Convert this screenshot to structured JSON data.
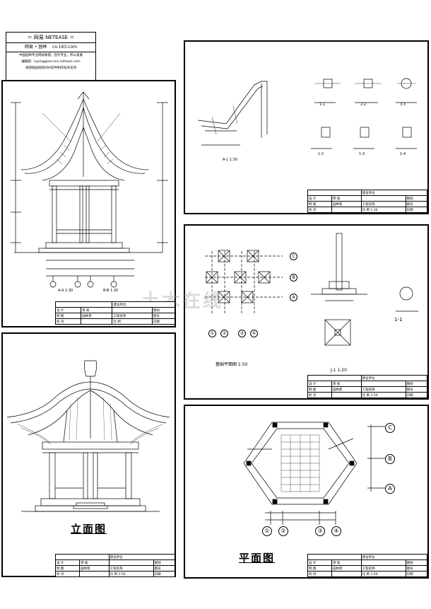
{
  "header": {
    "line1": "＝ 网易 NETEASE ＝",
    "line2": "网易 • 园林",
    "line2b": "co.163.com",
    "line3": "中国园林专业网站联盟；因为专业，所以发展",
    "line4": "编辑部：typing@service.netease.com",
    "line5": "本图纸由绘图VBA软件制作技术支持"
  },
  "sheet_a": {
    "labels": [
      "A-A 1:30",
      "B-B 1:30"
    ],
    "block": {
      "r1": [
        "",
        "建设单位"
      ],
      "r2": [
        "设 计",
        "审 核",
        "",
        "图别"
      ],
      "r3": [
        "制 图",
        "园林景",
        "工程名称",
        "图号"
      ],
      "r4": [
        "校 对",
        "",
        "比 例",
        "日期"
      ]
    }
  },
  "sheet_b": {
    "labels": [
      "A-1 1:30",
      "1-1",
      "2-2",
      "3-3",
      "1-2",
      "1-3",
      "1-4"
    ],
    "block": {
      "r1": [
        "",
        "建设单位"
      ],
      "r2": [
        "设 计",
        "审 核",
        "",
        "图别"
      ],
      "r3": [
        "制 图",
        "园林景",
        "工程名称",
        "图号"
      ],
      "r4": [
        "校 对",
        "",
        "比 例 1:30",
        "日期"
      ]
    }
  },
  "sheet_c": {
    "labels": [
      "基础平面图 1:50",
      "J-1 1:20",
      "1-1"
    ],
    "axes_v": [
      "C",
      "B",
      "A"
    ],
    "axes_h": [
      "①",
      "②",
      "③",
      "④"
    ],
    "block": {
      "r1": [
        "",
        "建设单位"
      ],
      "r2": [
        "设 计",
        "审 核",
        "",
        "图别"
      ],
      "r3": [
        "制 图",
        "园林景",
        "工程名称",
        "图号"
      ],
      "r4": [
        "校 对",
        "",
        "比 例 1:50",
        "日期"
      ]
    }
  },
  "sheet_d": {
    "title": "立面图",
    "block": {
      "r1": [
        "",
        "建设单位"
      ],
      "r2": [
        "设 计",
        "审 核",
        "",
        "图别"
      ],
      "r3": [
        "制 图",
        "园林景",
        "工程名称",
        "图号"
      ],
      "r4": [
        "校 对",
        "",
        "比 例 1:50",
        "日期"
      ]
    }
  },
  "sheet_e": {
    "title": "平面图",
    "axes_v": [
      "C",
      "B",
      "A"
    ],
    "axes_h": [
      "①",
      "②",
      "③",
      "④"
    ],
    "block": {
      "r1": [
        "",
        "建设单位"
      ],
      "r2": [
        "设 计",
        "审 核",
        "",
        "图别"
      ],
      "r3": [
        "制 图",
        "园林景",
        "工程名称",
        "图号"
      ],
      "r4": [
        "校 对",
        "",
        "比 例 1:50",
        "日期"
      ]
    }
  },
  "watermark": "土木在线"
}
